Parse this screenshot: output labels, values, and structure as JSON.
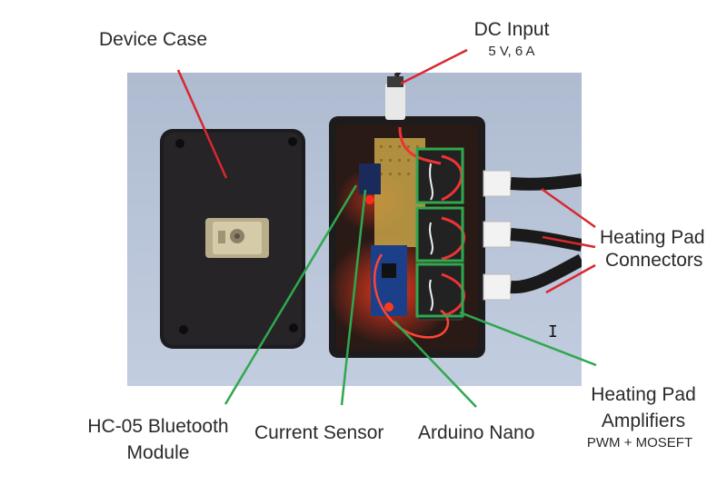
{
  "labels": {
    "device_case": "Device Case",
    "dc_input": "DC Input",
    "dc_input_spec": "5 V, 6 A",
    "heating_pad_connectors_line1": "Heating Pad",
    "heating_pad_connectors_line2": "Connectors",
    "heating_pad_amplifiers_line1": "Heating Pad",
    "heating_pad_amplifiers_line2": "Amplifiers",
    "heating_pad_amplifiers_spec": "PWM + MOSEFT",
    "hc05_line1": "HC-05 Bluetooth",
    "hc05_line2": "Module",
    "current_sensor": "Current Sensor",
    "arduino_nano": "Arduino Nano"
  },
  "colors": {
    "red_leader": "#d9272e",
    "green_leader": "#2fa84f",
    "case_black": "#1f1d1f",
    "photo_bg": "#b7c3d6"
  },
  "icons": {
    "cursor": "text-cursor-icon"
  }
}
